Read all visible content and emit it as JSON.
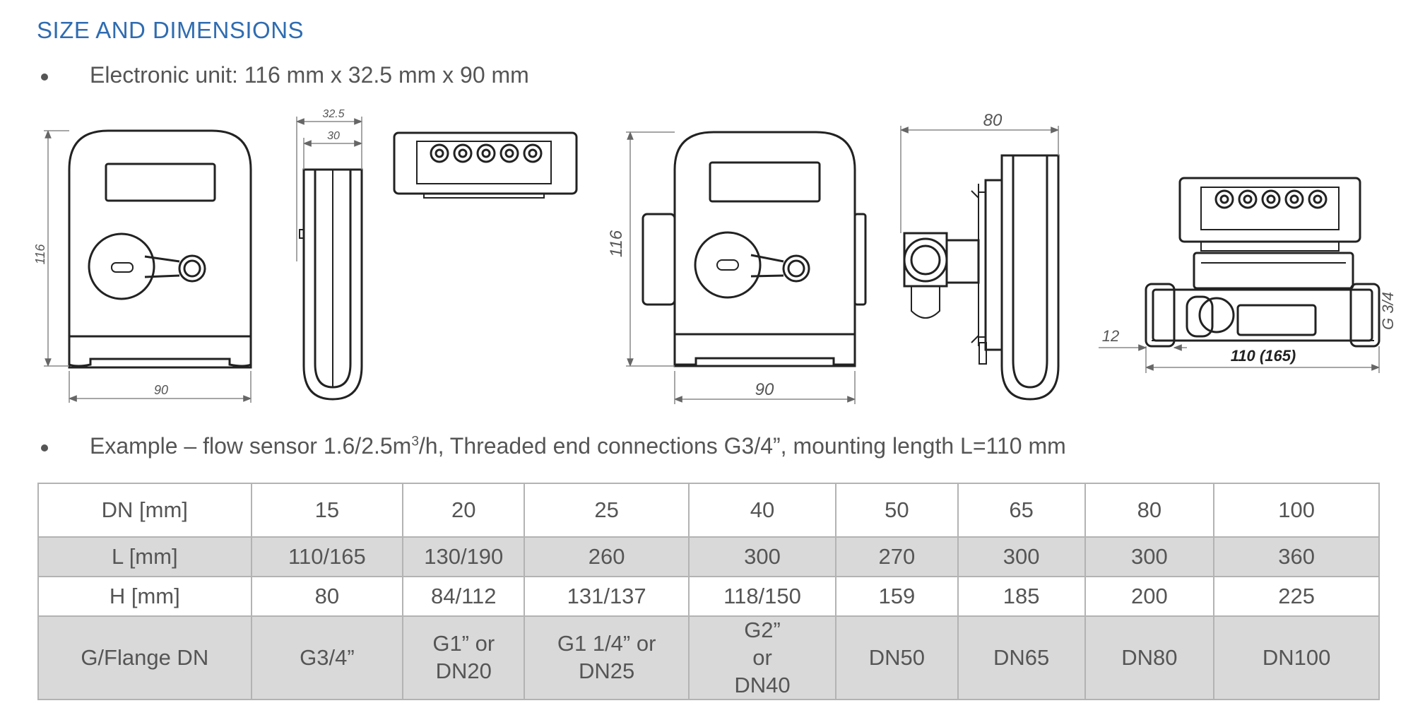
{
  "section_title": "SIZE AND DIMENSIONS",
  "bullet1": "Electronic unit: 116 mm x 32.5 mm x 90 mm",
  "bullet2": {
    "prefix": "Example  – flow sensor 1.6/2.5m",
    "sup": "3",
    "suffix": "/h, Threaded end connections G3/4”, mounting length L=110 mm"
  },
  "drawing_labels": {
    "front_height": "116",
    "front_width": "90",
    "side_outer": "32.5",
    "side_inner": "30",
    "assembly_height": "116",
    "assembly_width": "90",
    "sensor_side_width": "80",
    "offset": "12",
    "mounting_length": "110  (165)",
    "thread": "G 3/4"
  },
  "table": {
    "rows": [
      {
        "label": "DN [mm]",
        "cells": [
          "15",
          "20",
          "25",
          "40",
          "50",
          "65",
          "80",
          "100"
        ]
      },
      {
        "label": "L [mm]",
        "cells": [
          "110/165",
          "130/190",
          "260",
          "300",
          "270",
          "300",
          "300",
          "360"
        ]
      },
      {
        "label": "H [mm]",
        "cells": [
          "80",
          "84/112",
          "131/137",
          "118/150",
          "159",
          "185",
          "200",
          "225"
        ]
      },
      {
        "label": "G/Flange DN",
        "cells": [
          "G3/4”",
          "G1” or DN20",
          "G1 1/4” or DN25",
          "G2” or DN40",
          "DN50",
          "DN65",
          "DN80",
          "DN100"
        ]
      }
    ]
  },
  "colors": {
    "title": "#2f6cb1",
    "grey_row": "#d9d9d9",
    "border": "#b3b3b3"
  }
}
